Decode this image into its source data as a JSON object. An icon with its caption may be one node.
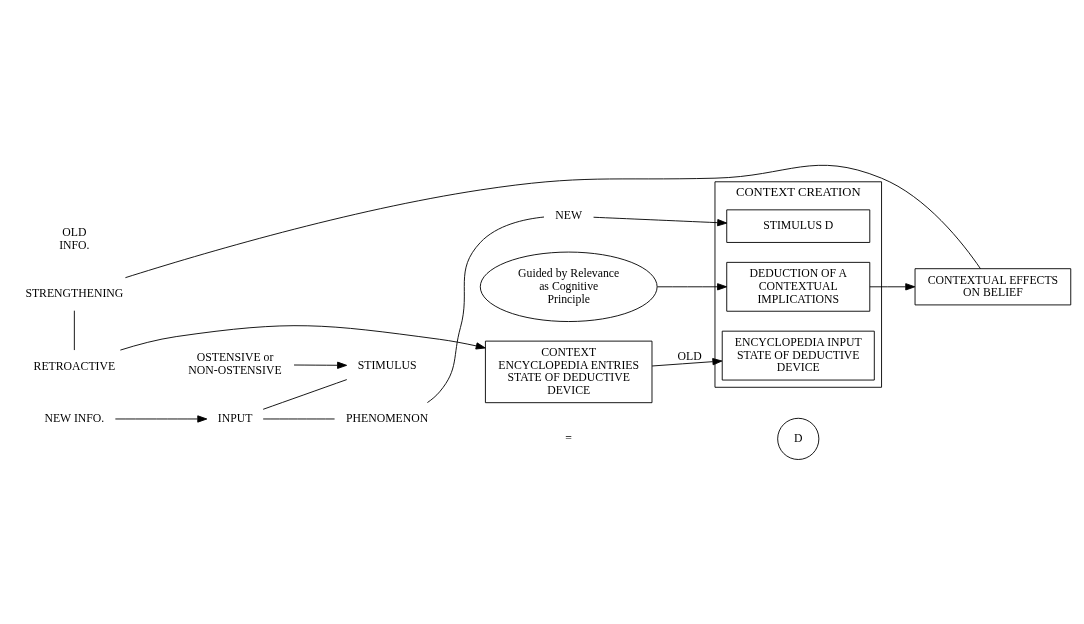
{
  "diagram": {
    "nodes": [
      {
        "text": [
          "CONTEXT",
          "ENCYCLOPEDIA ENTRIES",
          "STATE OF DEDUCTIVE DEVICE"
        ]
      },
      {
        "text": [
          "CONTEXT CREATION"
        ]
      },
      {
        "text": [
          "ENCYCLOPEDIA INPUT STATE OF DEDUCTIVE DEVICE"
        ],
        "in": 1
      },
      {
        "text": [
          "STIMULUS D"
        ],
        "in": 1
      },
      {
        "text": [
          "DEDUCTION OF A CONTEXTUAL IMPLICATIONS"
        ],
        "in": 1
      },
      {
        "text": [
          "CONTEXTUAL EFFECTS ON BELIEF"
        ]
      },
      {
        "text": [
          "RETROACTIVE"
        ]
      },
      {
        "text": [
          "STRENGTHENING"
        ]
      },
      {
        "text": [
          "NEW"
        ]
      },
      {
        "text": [
          "NEW INFO."
        ]
      },
      {
        "text": [
          "INPUT"
        ]
      },
      {
        "text": [
          "PHENOMENON"
        ]
      },
      {
        "text": [
          "STIMULUS"
        ]
      },
      {
        "text": [
          "D"
        ]
      },
      {
        "text": [
          "OSTENSIVE or NON-OSTENSIVE"
        ]
      },
      {
        "text": [
          "Guided by Relevance as Cognitive Principle"
        ]
      }
    ],
    "edges": [
      {
        "from": 0,
        "to": 2,
        "arrow": "to",
        "label": "OLD"
      },
      {
        "from": 11,
        "to": 8,
        "arrow": "none"
      },
      {
        "from": 8,
        "to": 3,
        "arrow": "to"
      },
      {
        "from": 9,
        "to": 10,
        "arrow": "to"
      },
      {
        "from": 10,
        "to": 11,
        "arrow": "none"
      },
      {
        "from": 10,
        "to": 12,
        "arrow": "none"
      },
      {
        "from": 14,
        "to": 12,
        "arrow": "to"
      },
      {
        "from": 15,
        "to": 4,
        "arrow": "to"
      },
      {
        "from": 4,
        "to": 5,
        "arrow": "to"
      },
      {
        "from": 5,
        "to": 7,
        "arrow": "none"
      },
      {
        "from": 7,
        "to": 6,
        "arrow": "none"
      },
      {
        "from": 6,
        "to": 0,
        "arrow": "to"
      }
    ],
    "labels": [
      "OLD INFO.",
      "="
    ]
  }
}
